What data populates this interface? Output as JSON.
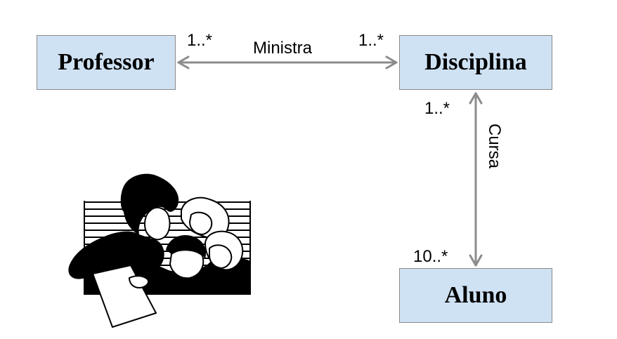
{
  "diagram": {
    "entities": {
      "professor": "Professor",
      "disciplina": "Disciplina",
      "aluno": "Aluno"
    },
    "associations": {
      "ministra": {
        "label": "Ministra",
        "multiplicity_professor": "1..*",
        "multiplicity_disciplina": "1..*"
      },
      "cursa": {
        "label": "Cursa",
        "multiplicity_disciplina": "1..*",
        "multiplicity_aluno": "10..*"
      }
    },
    "colors": {
      "entity_fill": "#cfe2f3",
      "entity_border": "#8a8a8a",
      "connector": "#8c8c8c"
    },
    "illustration": {
      "icon": "teacher-with-students-clipart"
    }
  }
}
